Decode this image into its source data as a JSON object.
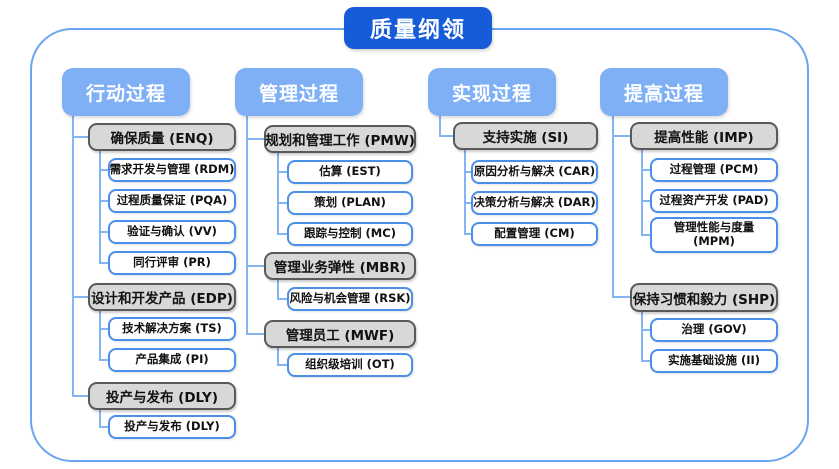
{
  "title": "质量纲领",
  "colors": {
    "title_bg": "#165BD8",
    "header_bg": "#7FB0F6",
    "group_bg": "#D8D8D8",
    "group_border": "#595959",
    "leaf_border": "#4A8FE8",
    "connector": "#85B4F3",
    "frame_border": "#6CA6F0"
  },
  "columns": [
    {
      "header": "行动过程",
      "groups": [
        {
          "label": "确保质量 (ENQ)",
          "children": [
            "需求开发与管理 (RDM)",
            "过程质量保证 (PQA)",
            "验证与确认 (VV)",
            "同行评审 (PR)"
          ]
        },
        {
          "label": "设计和开发产品 (EDP)",
          "children": [
            "技术解决方案 (TS)",
            "产品集成 (PI)"
          ]
        },
        {
          "label": "投产与发布 (DLY)",
          "children": [
            "投产与发布 (DLY)"
          ]
        }
      ]
    },
    {
      "header": "管理过程",
      "groups": [
        {
          "label": "规划和管理工作 (PMW)",
          "children": [
            "估算 (EST)",
            "策划 (PLAN)",
            "跟踪与控制 (MC)"
          ]
        },
        {
          "label": "管理业务弹性 (MBR)",
          "children": [
            "风险与机会管理 (RSK)"
          ]
        },
        {
          "label": "管理员工 (MWF)",
          "children": [
            "组织级培训 (OT)"
          ]
        }
      ]
    },
    {
      "header": "实现过程",
      "groups": [
        {
          "label": "支持实施 (SI)",
          "children": [
            "原因分析与解决 (CAR)",
            "决策分析与解决 (DAR)",
            "配置管理 (CM)"
          ]
        }
      ]
    },
    {
      "header": "提高过程",
      "groups": [
        {
          "label": "提高性能 (IMP)",
          "children": [
            "过程管理 (PCM)",
            "过程资产开发 (PAD)",
            "管理性能与度量\n(MPM)"
          ]
        },
        {
          "label": "保持习惯和毅力 (SHP)",
          "children": [
            "治理 (GOV)",
            "实施基础设施 (II)"
          ]
        }
      ]
    }
  ]
}
